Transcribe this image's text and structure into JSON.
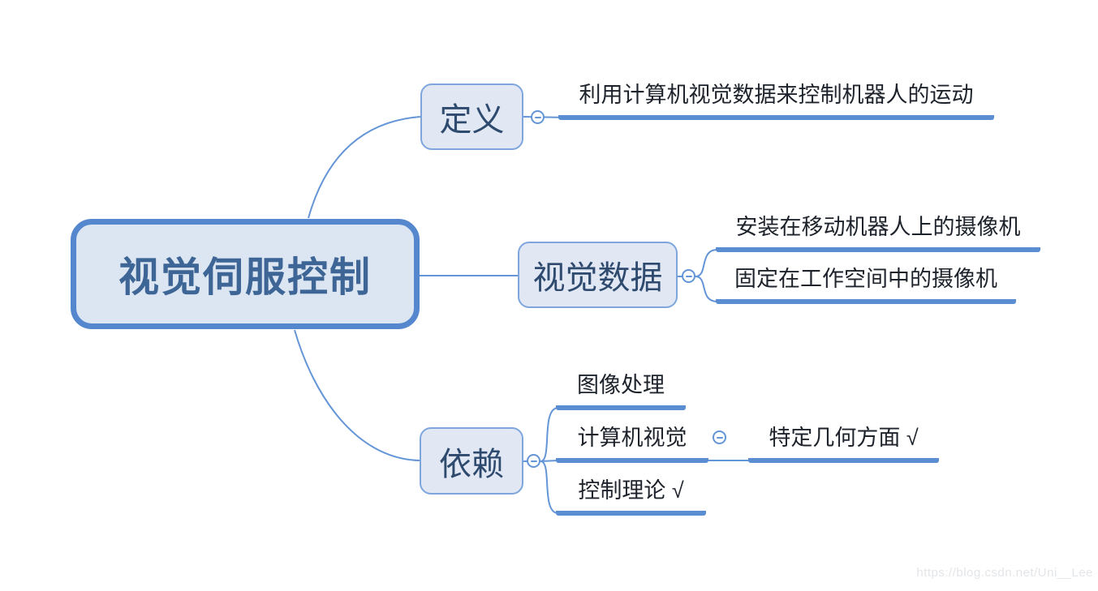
{
  "mindmap": {
    "root": {
      "label": "视觉伺服控制"
    },
    "branches": [
      {
        "label": "定义",
        "children": [
          {
            "label": "利用计算机视觉数据来控制机器人的运动"
          }
        ]
      },
      {
        "label": "视觉数据",
        "children": [
          {
            "label": "安装在移动机器人上的摄像机"
          },
          {
            "label": "固定在工作空间中的摄像机"
          }
        ]
      },
      {
        "label": "依赖",
        "children": [
          {
            "label": "图像处理"
          },
          {
            "label": "计算机视觉",
            "children": [
              {
                "label": "特定几何方面 √"
              }
            ]
          },
          {
            "label": "控制理论 √"
          }
        ]
      }
    ],
    "watermark": "https://blog.csdn.net/Uni__Lee",
    "colors": {
      "branch_line": "#5b8dd3",
      "thin_line": "#6495d6",
      "root_border": "#5587ce",
      "root_fill": "#dce5f2",
      "root_text": "#3d6596",
      "node_border": "#7ea6dc",
      "node_fill": "#e1e8f4",
      "node_text": "#2e4a6e",
      "leaf_text": "#1d222b",
      "watermark_text": "#e3e5e8"
    }
  }
}
